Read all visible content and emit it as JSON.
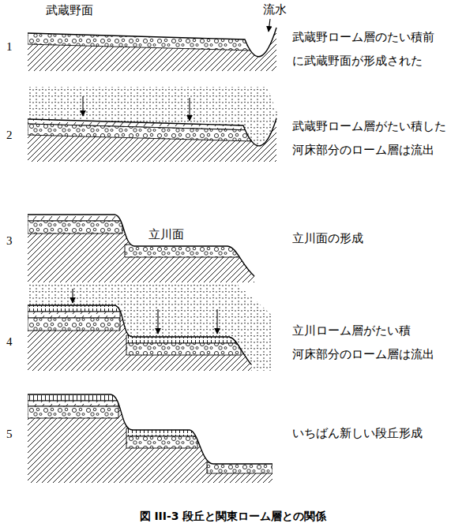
{
  "diagram": {
    "caption": "図 III-3 段丘と関東ローム層との関係",
    "labels": [
      "1",
      "武蔵野面",
      "流水",
      "武蔵野ローム層のたい積前 に武蔵野面が形成された",
      "2",
      "武蔵野ローム層がたい積した 河床部分のローム層は流出",
      "3",
      "立川面",
      "立川面の形成",
      "4",
      "立川ローム層がたい積 河床部分のローム層は流出",
      "5",
      "いちばん新しい段丘形成"
    ]
  }
}
